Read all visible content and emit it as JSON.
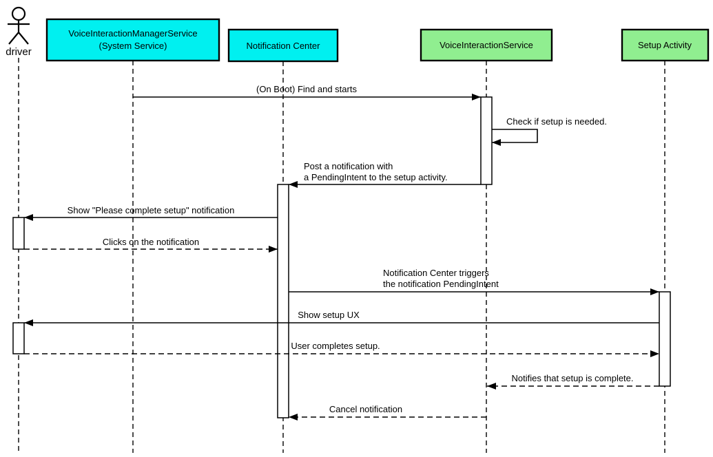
{
  "diagram": {
    "kind": "uml-sequence-diagram",
    "background": "#FFFFFF",
    "colors": {
      "system_participant_fill": "#00F0F0",
      "app_participant_fill": "#90EE90",
      "stroke": "#000000"
    },
    "participants": [
      {
        "id": "driver",
        "type": "actor",
        "label": "driver"
      },
      {
        "id": "voice-interaction-manager-service",
        "type": "box",
        "label": "VoiceInteractionManagerService",
        "label2": "(System Service)",
        "fill": "#00F0F0"
      },
      {
        "id": "notification-center",
        "type": "box",
        "label": "Notification Center",
        "fill": "#00F0F0"
      },
      {
        "id": "voice-interaction-service",
        "type": "box",
        "label": "VoiceInteractionService",
        "fill": "#90EE90"
      },
      {
        "id": "setup-activity",
        "type": "box",
        "label": "Setup Activity",
        "fill": "#90EE90"
      }
    ],
    "messages": [
      {
        "from": "VoiceInteractionManagerService",
        "to": "VoiceInteractionService",
        "line": "solid",
        "label": "(On Boot) Find and starts"
      },
      {
        "from": "VoiceInteractionService",
        "to": "VoiceInteractionService",
        "line": "solid",
        "self_message": true,
        "label": "Check if setup is needed."
      },
      {
        "from": "VoiceInteractionService",
        "to": "Notification Center",
        "line": "solid",
        "label": "Post a notification with",
        "label2": "a PendingIntent to the setup activity."
      },
      {
        "from": "Notification Center",
        "to": "driver",
        "line": "solid",
        "label": "Show \"Please complete setup\" notification"
      },
      {
        "from": "driver",
        "to": "Notification Center",
        "line": "dashed",
        "label": "Clicks on the notification"
      },
      {
        "from": "Notification Center",
        "to": "Setup Activity",
        "line": "solid",
        "label": "Notification Center triggers",
        "label2": "the notification PendingIntent"
      },
      {
        "from": "Setup Activity",
        "to": "driver",
        "line": "solid",
        "label": "Show setup UX"
      },
      {
        "from": "driver",
        "to": "Setup Activity",
        "line": "dashed",
        "label": "User completes setup."
      },
      {
        "from": "Setup Activity",
        "to": "VoiceInteractionService",
        "line": "dashed",
        "label": "Notifies that setup is complete."
      },
      {
        "from": "VoiceInteractionService",
        "to": "Notification Center",
        "line": "dashed",
        "label": "Cancel notification"
      }
    ]
  }
}
